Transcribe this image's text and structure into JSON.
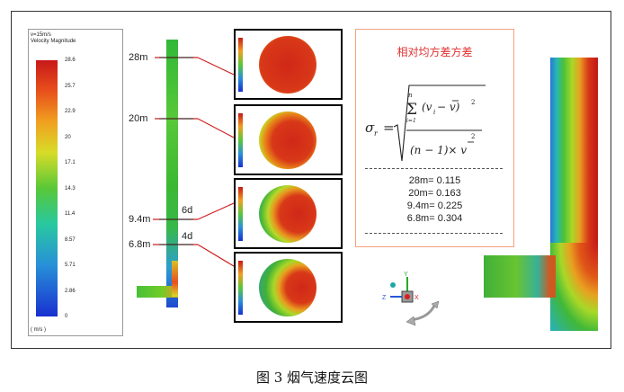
{
  "legend": {
    "header_1": "v=15m/s",
    "header_2": "Velocity Magnitude",
    "ticks": [
      "28.6",
      "25.7",
      "22.9",
      "20",
      "17.1",
      "14.3",
      "11.4",
      "8.57",
      "5.71",
      "2.86",
      "0"
    ],
    "unit": "( m/s )",
    "colors": [
      "#c81818",
      "#e8501c",
      "#f0a020",
      "#d8dc28",
      "#58c838",
      "#28c8a0",
      "#2890d8",
      "#1830d0"
    ]
  },
  "heights": [
    "28m",
    "20m",
    "9.4m",
    "6.8m"
  ],
  "diameters": [
    "6d",
    "4d"
  ],
  "formula": {
    "title": "相对均方差方差",
    "lhs": "σ",
    "lhs_sub": "r",
    "numer_main": "(v",
    "numer_rest": " − v)",
    "sum_top": "n",
    "sum_bottom": "i=1",
    "denom": "(n − 1)× v",
    "results": [
      "28m= 0.115",
      "20m= 0.163",
      "9.4m= 0.225",
      "6.8m= 0.304"
    ]
  },
  "axis_labels": {
    "x": "X",
    "y": "Y",
    "z": "Z"
  },
  "caption": "图 3    烟气速度云图"
}
